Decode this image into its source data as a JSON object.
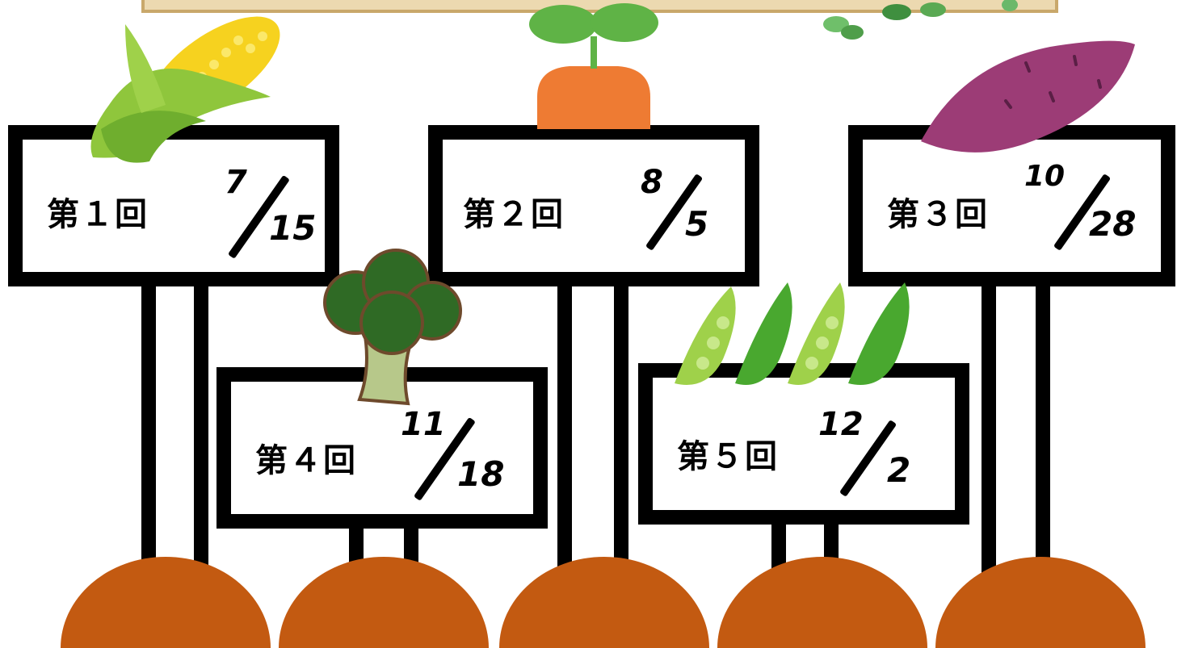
{
  "signs": [
    {
      "label": "第１回",
      "month": "7",
      "day": "15"
    },
    {
      "label": "第２回",
      "month": "8",
      "day": "5"
    },
    {
      "label": "第３回",
      "month": "10",
      "day": "28"
    },
    {
      "label": "第４回",
      "month": "11",
      "day": "18"
    },
    {
      "label": "第５回",
      "month": "12",
      "day": "2"
    }
  ],
  "icons": {
    "corn": "corn-icon",
    "sprout": "sprout-icon",
    "sweet_potato": "sweet-potato-icon",
    "broccoli": "broccoli-icon",
    "peas": "pea-pod-icon",
    "herbs": "herb-leaves-icon"
  },
  "colors": {
    "soil": "#c35a11",
    "carrot": "#ee7b33",
    "leaf": "#5fb346",
    "sign_border": "#000000"
  }
}
